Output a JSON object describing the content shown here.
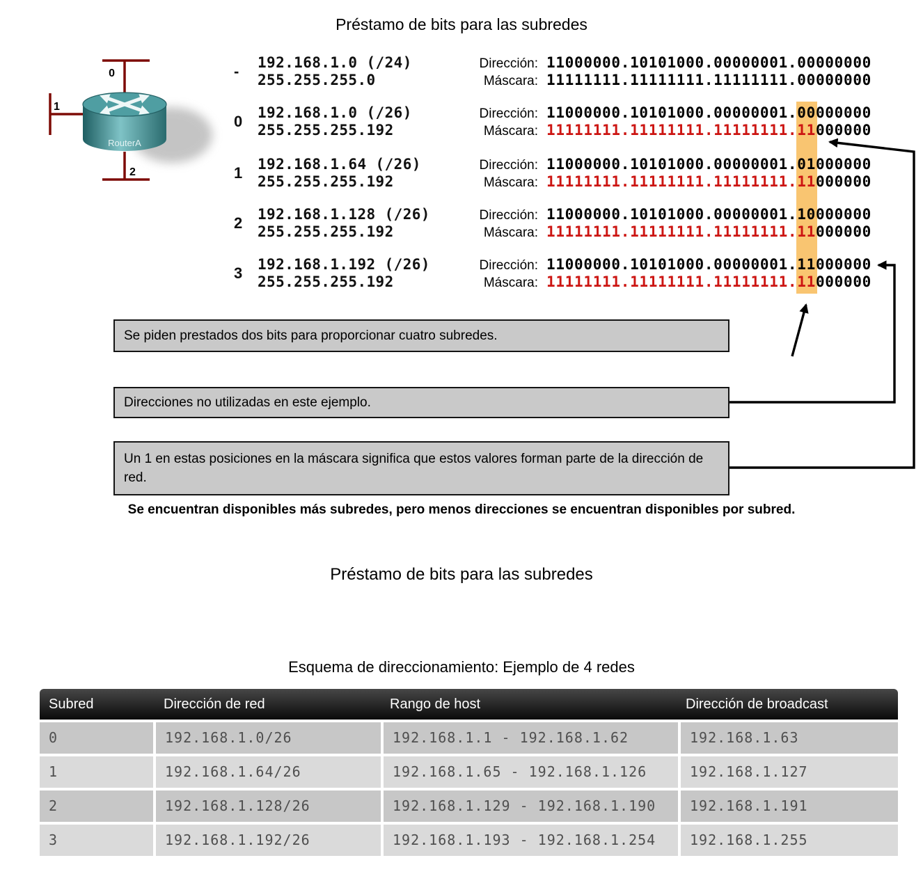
{
  "page": {
    "title_top": "Préstamo de bits para las subredes",
    "title_mid": "Préstamo de bits para las subredes",
    "footnote": "Se encuentran disponibles más subredes, pero menos direcciones se encuentran disponibles por subred."
  },
  "router": {
    "name": "RouterA",
    "interfaces": [
      "0",
      "1",
      "2"
    ]
  },
  "subnet_rows": [
    {
      "index": "-",
      "ip": "192.168.1.0 (/24)",
      "mask": "255.255.255.0",
      "addr_label": "Dirección:",
      "mask_label": "Máscara:",
      "addr_prefix": "11000000.10101000.00000001.",
      "addr_bits": "00",
      "addr_suffix": "000000",
      "mask_prefix": "11111111.11111111.11111111.",
      "mask_bits": "00",
      "mask_suffix": "000000"
    },
    {
      "index": "0",
      "ip": "192.168.1.0 (/26)",
      "mask": "255.255.255.192",
      "addr_label": "Dirección:",
      "mask_label": "Máscara:",
      "addr_prefix": "11000000.10101000.00000001.",
      "addr_bits": "00",
      "addr_suffix": "000000",
      "mask_prefix": "11111111.11111111.11111111.",
      "mask_bits": "11",
      "mask_suffix": "000000"
    },
    {
      "index": "1",
      "ip": "192.168.1.64 (/26)",
      "mask": "255.255.255.192",
      "addr_label": "Dirección:",
      "mask_label": "Máscara:",
      "addr_prefix": "11000000.10101000.00000001.",
      "addr_bits": "01",
      "addr_suffix": "000000",
      "mask_prefix": "11111111.11111111.11111111.",
      "mask_bits": "11",
      "mask_suffix": "000000"
    },
    {
      "index": "2",
      "ip": "192.168.1.128 (/26)",
      "mask": "255.255.255.192",
      "addr_label": "Dirección:",
      "mask_label": "Máscara:",
      "addr_prefix": "11000000.10101000.00000001.",
      "addr_bits": "10",
      "addr_suffix": "000000",
      "mask_prefix": "11111111.11111111.11111111.",
      "mask_bits": "11",
      "mask_suffix": "000000"
    },
    {
      "index": "3",
      "ip": "192.168.1.192 (/26)",
      "mask": "255.255.255.192",
      "addr_label": "Dirección:",
      "mask_label": "Máscara:",
      "addr_prefix": "11000000.10101000.00000001.",
      "addr_bits": "11",
      "addr_suffix": "000000",
      "mask_prefix": "11111111.11111111.11111111.",
      "mask_bits": "11",
      "mask_suffix": "000000"
    }
  ],
  "callouts": [
    "Se piden prestados dos bits para proporcionar cuatro subredes.",
    "Direcciones no utilizadas en este ejemplo.",
    "Un 1 en estas posiciones en la máscara significa que estos valores forman parte de la dirección de red."
  ],
  "table": {
    "caption": "Esquema de direccionamiento: Ejemplo de 4 redes",
    "headers": [
      "Subred",
      "Dirección de red",
      "Rango de host",
      "Dirección de broadcast"
    ],
    "rows": [
      [
        "0",
        "192.168.1.0/26",
        "192.168.1.1 - 192.168.1.62",
        "192.168.1.63"
      ],
      [
        "1",
        "192.168.1.64/26",
        "192.168.1.65 - 192.168.1.126",
        "192.168.1.127"
      ],
      [
        "2",
        "192.168.1.128/26",
        "192.168.1.129 - 192.168.1.190",
        "192.168.1.191"
      ],
      [
        "3",
        "192.168.1.192/26",
        "192.168.1.193 - 192.168.1.254",
        "192.168.1.255"
      ]
    ]
  },
  "colors": {
    "mask_red": "#cc1512",
    "highlight_orange": "#f9c571",
    "callout_bg": "#c9c9c9",
    "callout_border": "#141414",
    "line_red": "#7d0b06",
    "router_teal_dark": "#1e5e62",
    "router_teal_light": "#7fc3c6",
    "table_header_top": "#474747",
    "table_header_bottom": "#0a0a0a",
    "table_row_a": "#c7c7c7",
    "table_row_b": "#dadada",
    "table_text": "#4f4f4f"
  }
}
